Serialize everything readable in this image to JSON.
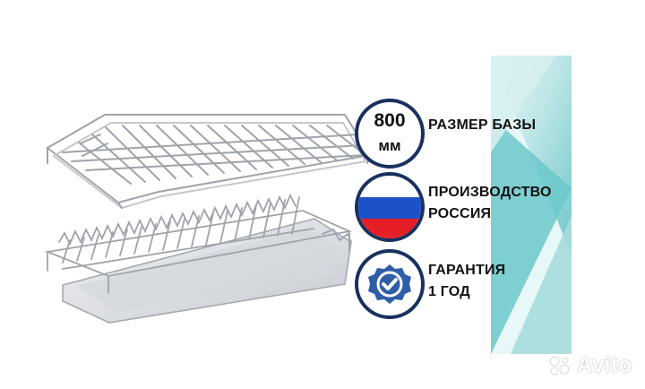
{
  "features": {
    "size": {
      "value": "800",
      "unit": "мм",
      "label": "РАЗМЕР БАЗЫ"
    },
    "origin": {
      "line1": "ПРОИЗВОДСТВО",
      "line2": "РОССИЯ",
      "flag_colors": [
        "#ffffff",
        "#1b51c9",
        "#e61e25"
      ]
    },
    "warranty": {
      "line1": "ГАРАНТИЯ",
      "line2": "1 ГОД",
      "icon": "verified-badge-icon",
      "icon_color": "#2f5ea8"
    }
  },
  "brand": {
    "watermark": "Avito"
  },
  "colors": {
    "circle_border": "#19315f",
    "background": "#ffffff",
    "teal_light": "#dff4f4",
    "teal_mid": "#a8dddd",
    "teal_dark": "#44b9bd"
  }
}
